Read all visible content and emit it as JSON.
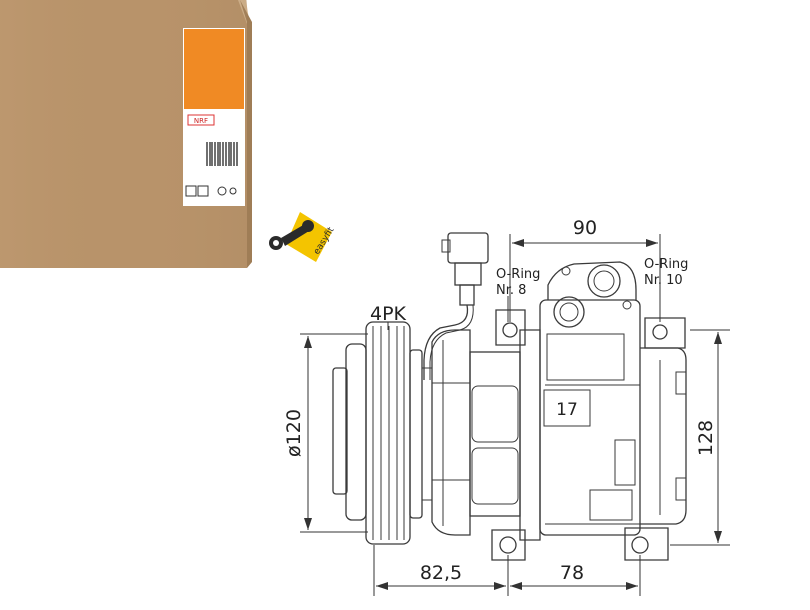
{
  "box": {
    "brand_text": "NRF",
    "colors": {
      "cardboard": "#b48f65",
      "cardboard_side": "#c8a57b",
      "cardboard_top": "#d8bb96",
      "label_orange": "#f08a24"
    }
  },
  "easyfit": {
    "text": "easyfit",
    "colors": {
      "badge": "#f4c400",
      "tool": "#2b2b2b"
    }
  },
  "diagram": {
    "belt_label": "4PK",
    "dim_diameter": "ø120",
    "dim_height": "128",
    "dim_top": "90",
    "dim_bottom_left": "82,5",
    "dim_bottom_right": "78",
    "oring_left_title": "O-Ring",
    "oring_left_nr": "Nr. 8",
    "oring_right_title": "O-Ring",
    "oring_right_nr": "Nr. 10",
    "part_marker": "17"
  }
}
